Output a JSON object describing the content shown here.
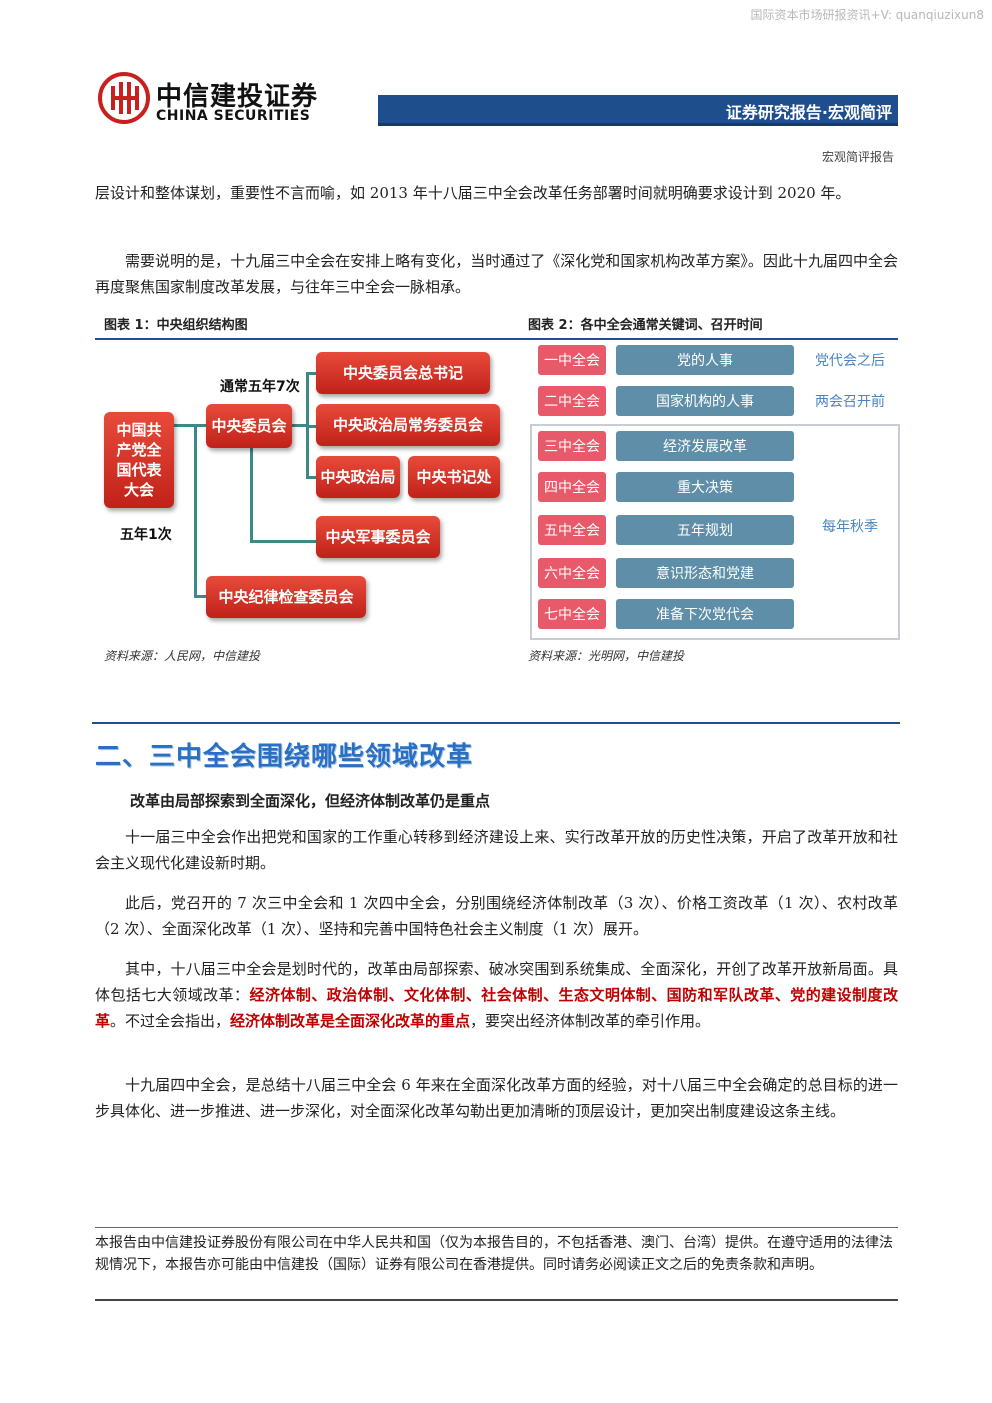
{
  "watermark": "国际资本市场研报资讯+V: quanqiuzixun8",
  "header": {
    "logo_cn": "中信建投证券",
    "logo_en": "CHINA SECURITIES",
    "banner": "证券研究报告·宏观简评",
    "subtype": "宏观简评报告",
    "brand_red": "#c8201e",
    "brand_blue": "#1e4e8c"
  },
  "paragraphs": {
    "p1": "层设计和整体谋划，重要性不言而喻，如 2013 年十八届三中全会改革任务部署时间就明确要求设计到 2020 年。",
    "p2": "需要说明的是，十九届三中全会在安排上略有变化，当时通过了《深化党和国家机构改革方案》。因此十九届四中全会再度聚焦国家制度改革发展，与往年三中全会一脉相承。"
  },
  "figure1": {
    "title": "图表 1：中央组织结构图",
    "source": "资料来源：人民网，中信建投",
    "boxes": {
      "congress": "中国共产党全国代表大会",
      "committee": "中央委员会",
      "secretary": "中央委员会总书记",
      "standing": "中央政治局常务委员会",
      "politburo": "中央政治局",
      "secretariat": "中央书记处",
      "military": "中央军事委员会",
      "discipline": "中央纪律检查委员会"
    },
    "labels": {
      "every5": "通常五年7次",
      "once5": "五年1次"
    }
  },
  "figure2": {
    "title": "图表 2：各中全会通常关键词、召开时间",
    "source": "资料来源：光明网，中信建投",
    "rows": [
      {
        "session": "一中全会",
        "keyword": "党的人事",
        "time": "党代会之后"
      },
      {
        "session": "二中全会",
        "keyword": "国家机构的人事",
        "time": "两会召开前"
      },
      {
        "session": "三中全会",
        "keyword": "经济发展改革",
        "time": ""
      },
      {
        "session": "四中全会",
        "keyword": "重大决策",
        "time": ""
      },
      {
        "session": "五中全会",
        "keyword": "五年规划",
        "time": ""
      },
      {
        "session": "六中全会",
        "keyword": "意识形态和党建",
        "time": ""
      },
      {
        "session": "七中全会",
        "keyword": "准备下次党代会",
        "time": ""
      }
    ],
    "group_time": "每年秋季"
  },
  "section": {
    "title": "二、三中全会围绕哪些领域改革",
    "subheading": "改革由局部探索到全面深化，但经济体制改革仍是重点",
    "p3": "十一届三中全会作出把党和国家的工作重心转移到经济建设上来、实行改革开放的历史性决策，开启了改革开放和社会主义现代化建设新时期。",
    "p4": "此后，党召开的 7 次三中全会和 1 次四中全会，分别围绕经济体制改革（3 次）、价格工资改革（1 次）、农村改革（2 次）、全面深化改革（1 次）、坚持和完善中国特色社会主义制度（1 次）展开。",
    "p5_a": "其中，十八届三中全会是划时代的，改革由局部探索、破冰突围到系统集成、全面深化，开创了改革开放新局面。具体包括七大领域改革：",
    "p5_red1": "经济体制、政治体制、文化体制、社会体制、生态文明体制、国防和军队改革、党的建设制度改革",
    "p5_b": "。不过全会指出，",
    "p5_red2": "经济体制改革是全面深化改革的重点",
    "p5_c": "，要突出经济体制改革的牵引作用。",
    "p6": "十九届四中全会，是总结十八届三中全会 6 年来在全面深化改革方面的经验，对十八届三中全会确定的总目标的进一步具体化、进一步推进、进一步深化，对全面深化改革勾勒出更加清晰的顶层设计，更加突出制度建设这条主线。"
  },
  "footer": {
    "text": "本报告由中信建投证券股份有限公司在中华人民共和国（仅为本报告目的，不包括香港、澳门、台湾）提供。在遵守适用的法律法规情况下，本报告亦可能由中信建投（国际）证券有限公司在香港提供。同时请务必阅读正文之后的免责条款和声明。"
  }
}
